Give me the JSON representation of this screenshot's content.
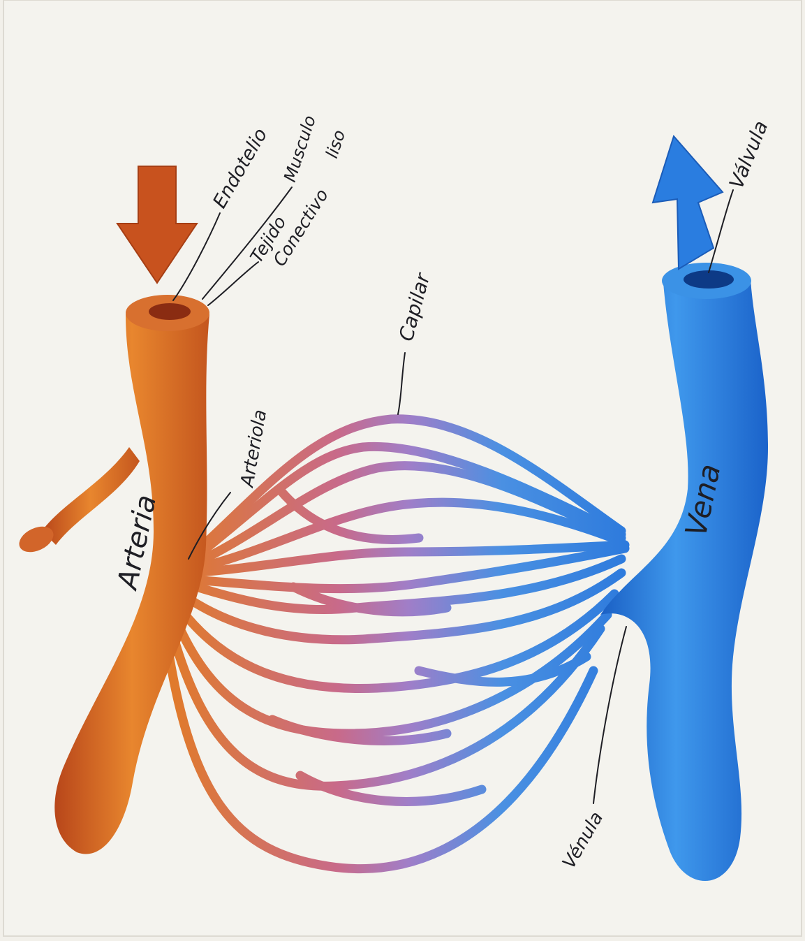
{
  "diagram": {
    "labels": {
      "endotelio": "Endotelio",
      "musculo_line1": "Musculo",
      "musculo_line2": "liso",
      "tejido_line1": "Tejido",
      "tejido_line2": "Conectivo",
      "capilar": "Capilar",
      "arteriola": "Arteriola",
      "arteria": "Arteria",
      "vena": "Vena",
      "valvula": "Válvula",
      "venula": "Vénula"
    },
    "colors": {
      "artery": "#cc5a1e",
      "artery_light": "#e8862e",
      "vein": "#1f6fd6",
      "vein_light": "#3fa0ee",
      "capillary_mid": "#a27ab8",
      "paper": "#f2f0ea",
      "ink": "#1e1e24"
    },
    "icons": [
      "arrow-down-icon",
      "arrow-up-icon"
    ]
  }
}
